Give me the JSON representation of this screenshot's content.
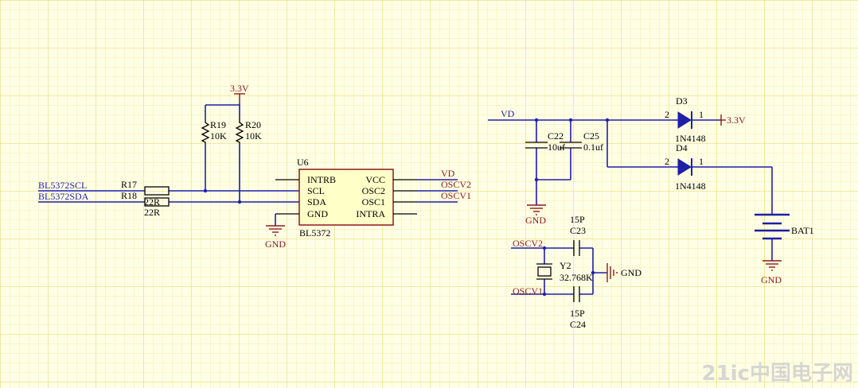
{
  "colors": {
    "background": "#ffffe6",
    "grid_minor": "#f1e79a",
    "grid_major": "#e6d35c",
    "wire": "#1f1fa8",
    "part": "#000000",
    "power": "#8b1a1a",
    "ic_fill": "#ffffc8",
    "ic_border": "#8b1a1a"
  },
  "power": {
    "vcc_top": "3.3V",
    "vcc_d3": "3.3V",
    "gnd_ic": "GND",
    "gnd_caps": "GND",
    "gnd_crystal": "GND",
    "gnd_battery": "GND"
  },
  "nets": {
    "scl": "BL5372SCL",
    "sda": "BL5372SDA",
    "vd_ic": "VD",
    "oscv2_ic": "OSCV2",
    "oscv1_ic": "OSCV1",
    "vd_supply": "VD",
    "oscv2_crystal": "OSCV2",
    "oscv1_crystal": "OSCV1"
  },
  "resistors": {
    "r19": {
      "ref": "R19",
      "value": "10K"
    },
    "r20": {
      "ref": "R20",
      "value": "10K"
    },
    "r17": {
      "ref": "R17",
      "value": "22R"
    },
    "r18": {
      "ref": "R18",
      "value": "22R"
    }
  },
  "ic": {
    "ref": "U6",
    "part": "BL5372",
    "pins_left": [
      "INTRB",
      "SCL",
      "SDA",
      "GND"
    ],
    "pins_right": [
      "VCC",
      "OSC2",
      "OSC1",
      "INTRA"
    ]
  },
  "capacitors": {
    "c22": {
      "ref": "C22",
      "value": "10uf"
    },
    "c25": {
      "ref": "C25",
      "value": "0.1uf"
    },
    "c23": {
      "ref": "C23",
      "value": "15P"
    },
    "c24": {
      "ref": "C24",
      "value": "15P"
    }
  },
  "crystal": {
    "ref": "Y2",
    "value": "32.768K"
  },
  "diodes": {
    "d3": {
      "ref": "D3",
      "part": "1N4148",
      "pin_anode": "2",
      "pin_cathode": "1"
    },
    "d4": {
      "ref": "D4",
      "part": "1N4148",
      "pin_anode": "2",
      "pin_cathode": "1"
    }
  },
  "battery": {
    "ref": "BAT1"
  },
  "watermark": "21ic中国电子网"
}
